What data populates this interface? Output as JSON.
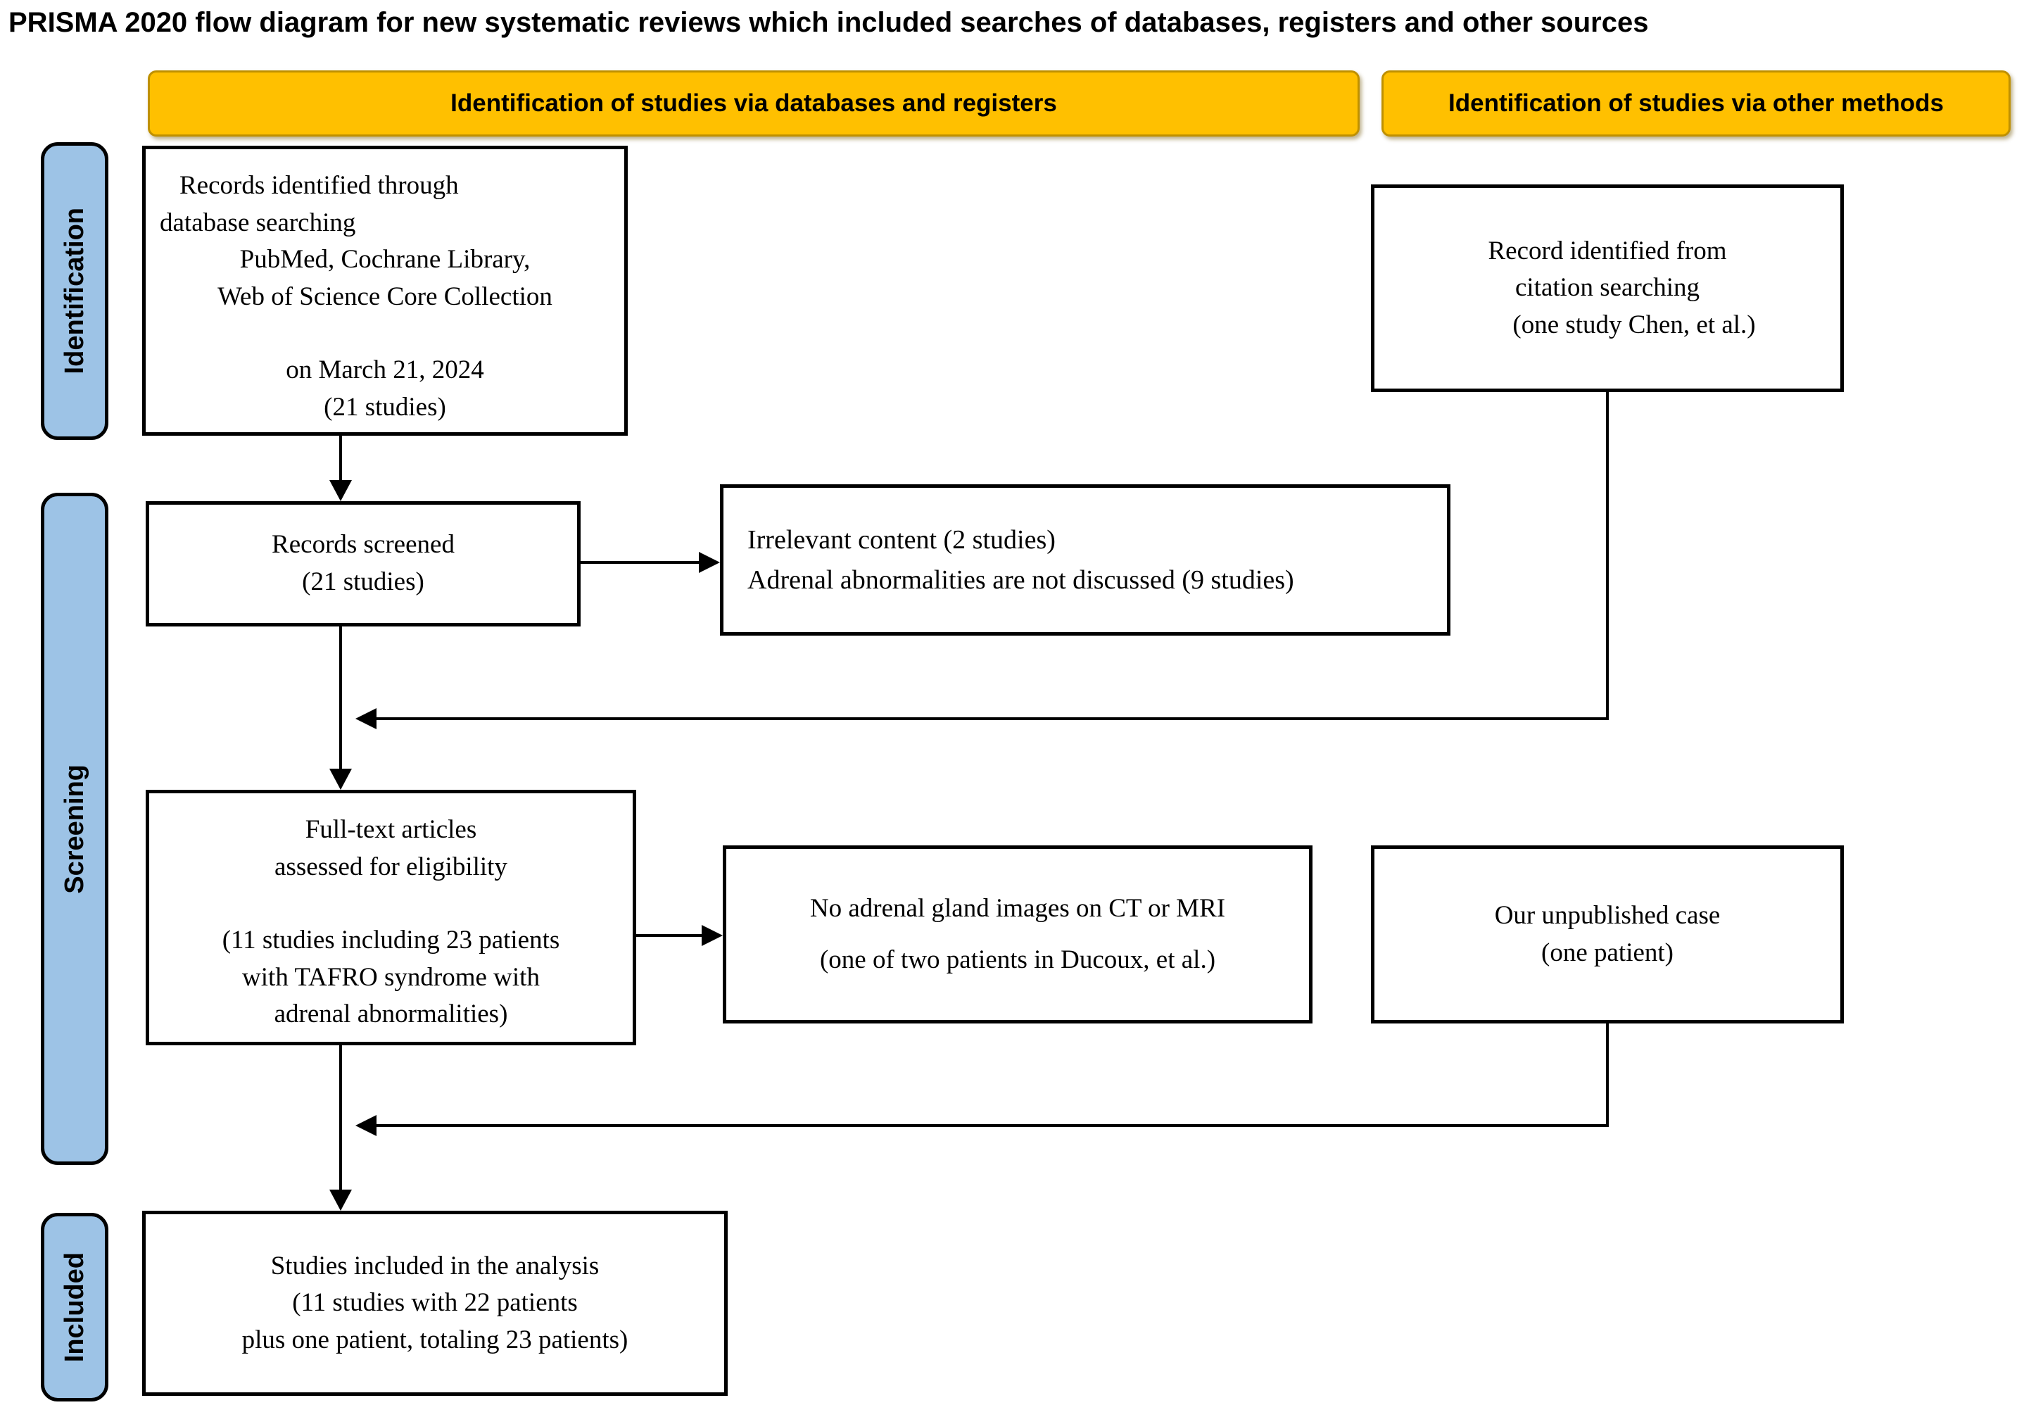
{
  "title": "PRISMA 2020 flow diagram for new systematic reviews which included searches of databases, registers and other sources",
  "banners": {
    "databases": "Identification of studies via databases and registers",
    "other_methods": "Identification of studies via other methods"
  },
  "stages": {
    "identification": "Identification",
    "screening": "Screening",
    "included": "Included"
  },
  "boxes": {
    "records_identified": {
      "lines": [
        "Records identified through",
        "database searching",
        "PubMed, Cochrane Library,",
        "Web of Science Core Collection",
        "on March 21, 2024",
        "(21 studies)"
      ]
    },
    "citation_record": {
      "lines": [
        "Record identified from",
        "citation searching",
        "(one study Chen, et al.)"
      ]
    },
    "records_screened": {
      "lines": [
        "Records screened",
        "(21 studies)"
      ]
    },
    "excluded_screening": {
      "lines": [
        "Irrelevant content (2 studies)",
        "Adrenal abnormalities are not discussed (9 studies)"
      ]
    },
    "fulltext_assessed": {
      "lines": [
        "Full-text articles",
        "assessed for eligibility",
        "(11 studies including 23 patients",
        "with TAFRO syndrome with",
        "adrenal abnormalities)"
      ]
    },
    "excluded_fulltext": {
      "lines": [
        "No adrenal gland images on CT or MRI",
        "(one of two patients in Ducoux, et al.)"
      ]
    },
    "unpublished_case": {
      "lines": [
        "Our unpublished case",
        "(one patient)"
      ]
    },
    "studies_included": {
      "lines": [
        "Studies included in the analysis",
        "(11 studies with 22 patients",
        "plus one patient, totaling 23 patients)"
      ]
    }
  },
  "colors": {
    "banner_fill": "#FFC000",
    "banner_border": "#BF9000",
    "stage_fill": "#9DC3E6",
    "box_border": "#000000",
    "line_color": "#000000"
  }
}
